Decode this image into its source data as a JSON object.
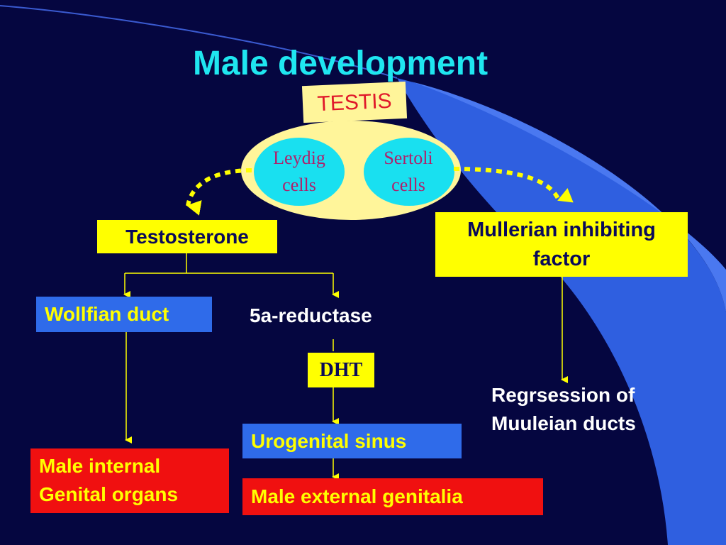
{
  "title": "Male development",
  "testis": "TESTIS",
  "leydig": [
    "Leydig",
    "cells"
  ],
  "sertoli": [
    "Sertoli",
    "cells"
  ],
  "testosterone": "Testosterone",
  "mif": [
    "Mullerian inhibiting",
    "factor"
  ],
  "wolffian": "Wollfian duct",
  "reductase": "5a-reductase",
  "dht": "DHT",
  "regression": [
    "Regrsession of",
    "Muuleian ducts"
  ],
  "urogenital": "Urogenital sinus",
  "male_internal": [
    "Male internal",
    "Genital organs"
  ],
  "male_external": "Male external genitalia",
  "colors": {
    "background": "#050640",
    "title": "#1FE6F0",
    "yellow_box": "#FFFF00",
    "blue_box": "#2F6BEA",
    "red_box": "#F01010",
    "ellipse": "#FFF59A",
    "cell_fill": "#19E0F0",
    "connector": "#FFFF00"
  }
}
